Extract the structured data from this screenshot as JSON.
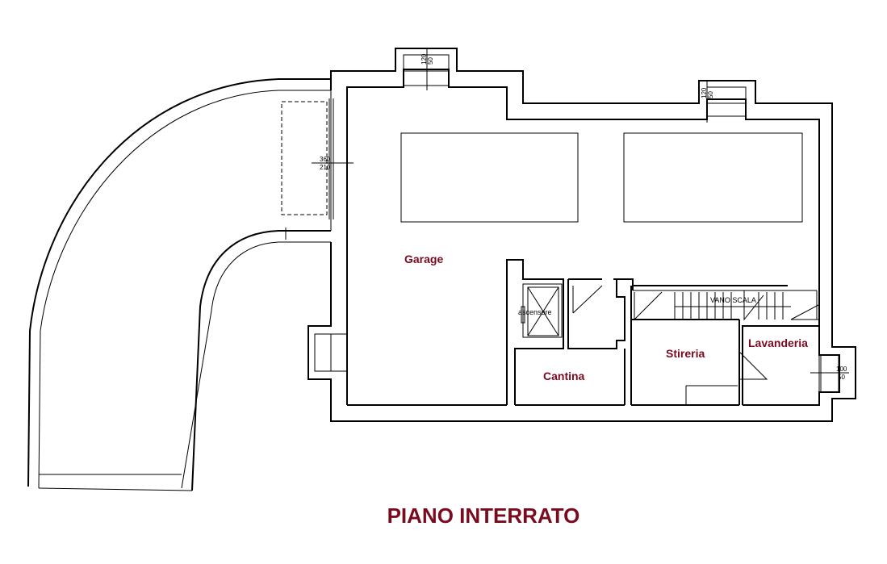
{
  "plan": {
    "title": "PIANO INTERRATO",
    "colors": {
      "label": "#7a0a1e",
      "lines": "#000000",
      "background": "#ffffff"
    },
    "rooms": {
      "garage": "Garage",
      "cantina": "Cantina",
      "stireria": "Stireria",
      "lavanderia": "Lavanderia"
    },
    "annotations": {
      "ascensore": "ascensore",
      "vano_scala": "VANO SCALA"
    },
    "dimensions": {
      "light_well_top_left": {
        "w": "120",
        "h": "50"
      },
      "light_well_top_right": {
        "w": "120",
        "h": "50"
      },
      "ramp_door": {
        "w": "360",
        "h": "210"
      },
      "light_well_right": {
        "w": "100",
        "h": "50"
      }
    }
  }
}
